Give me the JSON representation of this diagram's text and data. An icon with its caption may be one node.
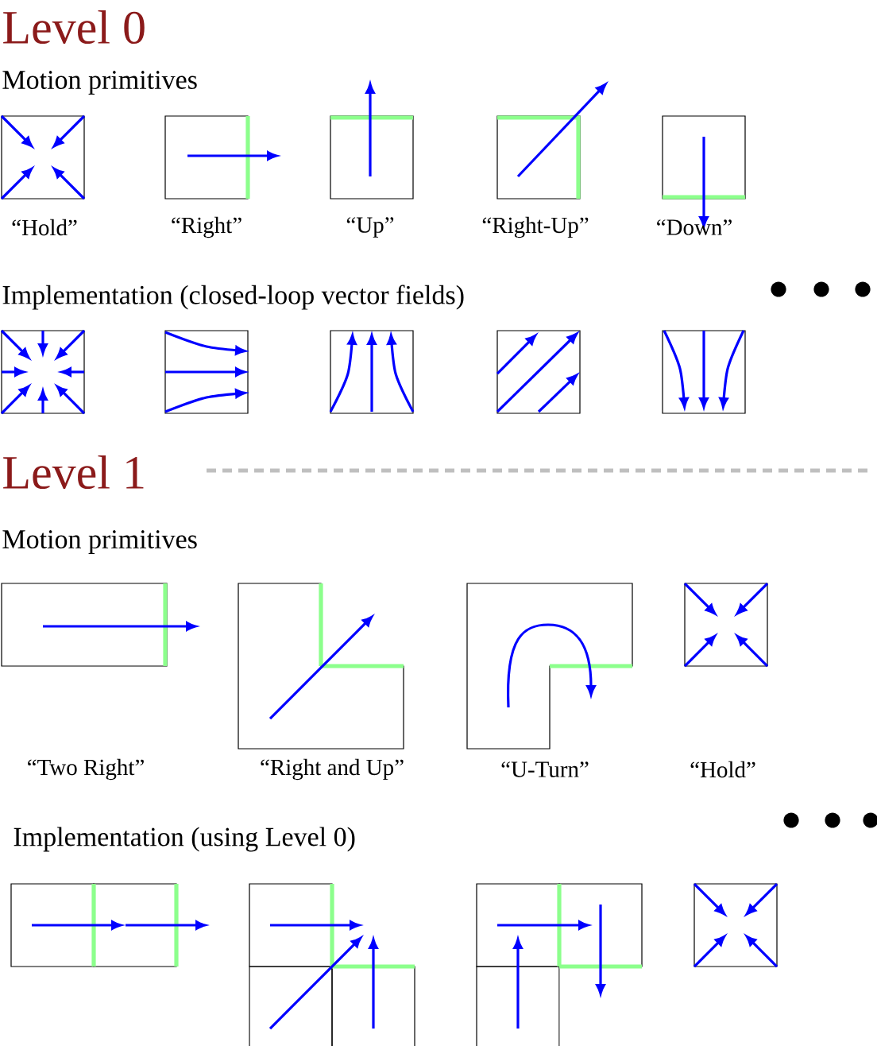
{
  "diagram": {
    "labels": [
      "Level 0",
      "Motion primitives",
      "“Hold”",
      "“Right”",
      "“Up”",
      "“Right-Up”",
      "“Down”",
      "Implementation (closed-loop vector fields)",
      "Level 1",
      "Motion primitives",
      "“Two Right”",
      "“Right and Up”",
      "“U-Turn”",
      "“Hold”",
      "Implementation (using Level 0)"
    ]
  }
}
